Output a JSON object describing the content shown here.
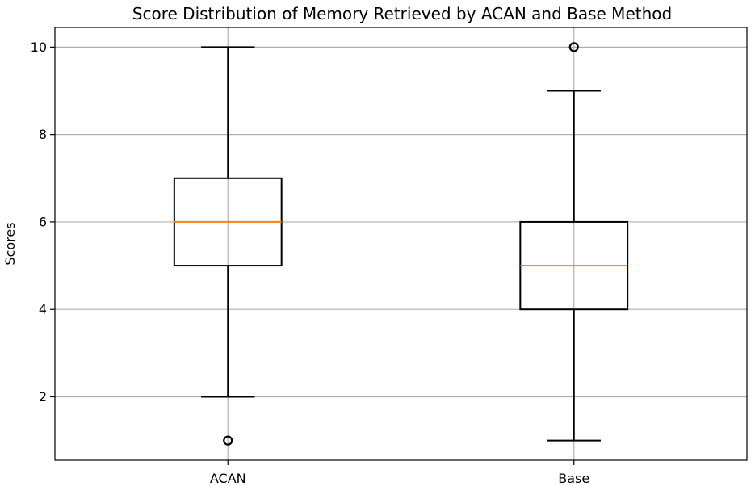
{
  "chart_data": {
    "type": "box",
    "title": "Score Distribution of Memory Retrieved by ACAN and Base Method",
    "xlabel": "",
    "ylabel": "Scores",
    "categories": [
      "ACAN",
      "Base"
    ],
    "ylim": [
      0.55,
      10.45
    ],
    "yticks": [
      2,
      4,
      6,
      8,
      10
    ],
    "grid": true,
    "boxes": [
      {
        "label": "ACAN",
        "whisker_low": 2,
        "q1": 5,
        "median": 6,
        "q3": 7,
        "whisker_high": 10,
        "outliers": [
          1
        ]
      },
      {
        "label": "Base",
        "whisker_low": 1,
        "q1": 4,
        "median": 5,
        "q3": 6,
        "whisker_high": 9,
        "outliers": [
          10
        ]
      }
    ],
    "colors": {
      "box": "#000000",
      "median": "#ff7f0e",
      "grid": "#b0b0b0"
    }
  }
}
